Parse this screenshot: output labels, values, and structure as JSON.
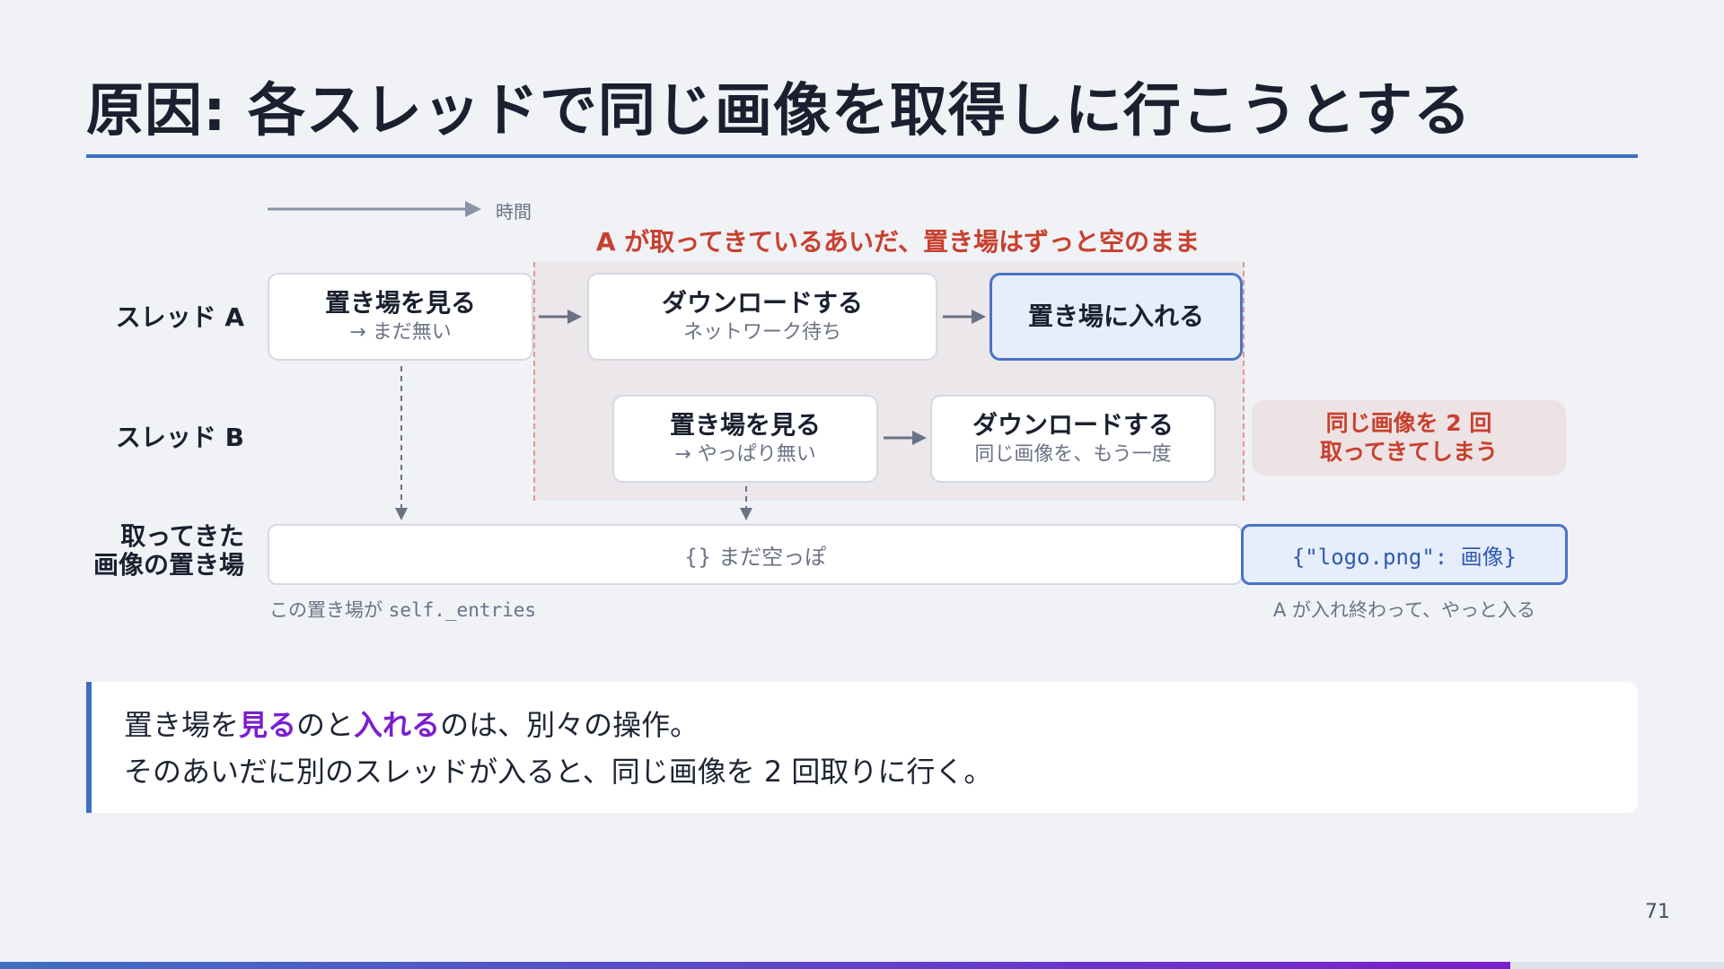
{
  "title": "原因: 各スレッドで同じ画像を取得しに行こうとする",
  "timeline": {
    "label": "時間"
  },
  "zone": {
    "label": "A が取ってきているあいだ、置き場はずっと空のまま"
  },
  "rows": {
    "thread_a": "スレッド A",
    "thread_b": "スレッド B",
    "store_line1": "取ってきた",
    "store_line2": "画像の置き場"
  },
  "thread_a": {
    "step1": {
      "main": "置き場を見る",
      "sub": "→ まだ無い"
    },
    "step2": {
      "main": "ダウンロードする",
      "sub": "ネットワーク待ち"
    },
    "step3": {
      "main": "置き場に入れる"
    }
  },
  "thread_b": {
    "step1": {
      "main": "置き場を見る",
      "sub": "→ やっぱり無い"
    },
    "step2": {
      "main": "ダウンロードする",
      "sub": "同じ画像を、もう一度"
    }
  },
  "warning": {
    "line1": "同じ画像を 2 回",
    "line2": "取ってきてしまう"
  },
  "store": {
    "empty": "{} まだ空っぽ",
    "filled": "{\"logo.png\": 画像}",
    "caption_prefix": "この置き場が",
    "caption_code": "self._entries",
    "caption_right": "A が入れ終わって、やっと入る"
  },
  "note": {
    "line1_a": "置き場を",
    "line1_em1": "見る",
    "line1_b": "のと",
    "line1_em2": "入れる",
    "line1_c": "のは、別々の操作。",
    "line2": "そのあいだに別のスレッドが入ると、同じ画像を 2 回取りに行く。"
  },
  "page_number": "71",
  "progress": 0.876,
  "colors": {
    "accent": "#3f6fc4",
    "warning": "#c8402e",
    "emphasis": "#7a1fcf"
  }
}
